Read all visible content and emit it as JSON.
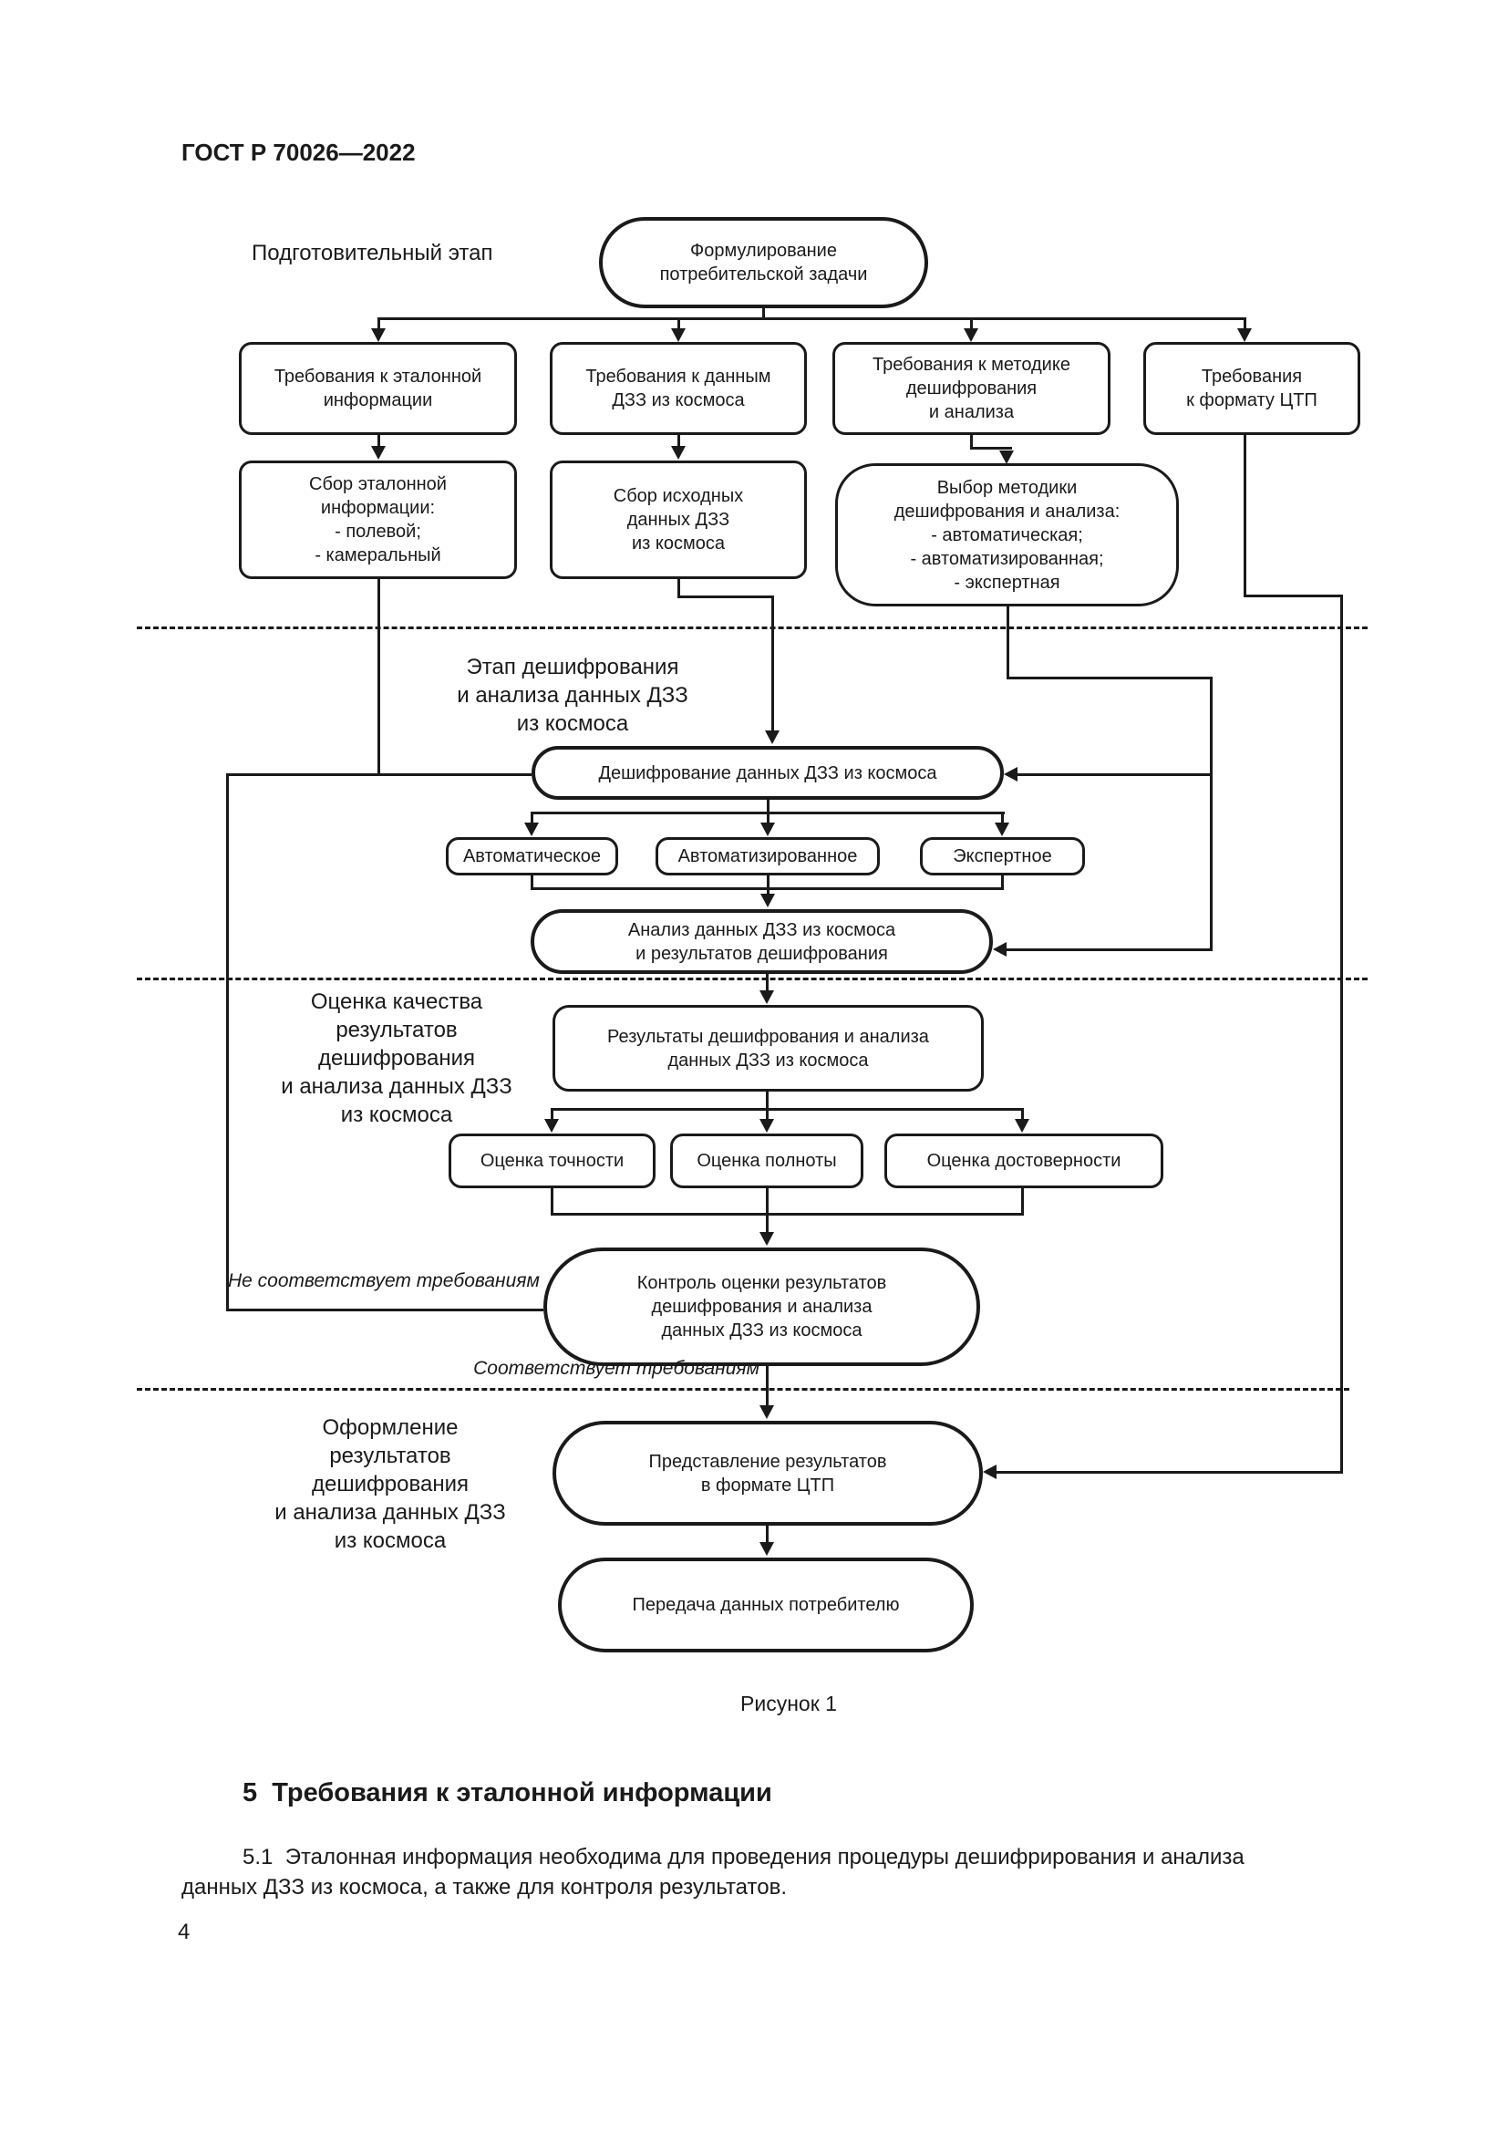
{
  "colors": {
    "ink": "#1a1a1a",
    "paper": "#ffffff"
  },
  "page": {
    "header": "ГОСТ Р 70026—2022",
    "figure_caption": "Рисунок 1",
    "page_number": "4"
  },
  "section5": {
    "heading": "5  Требования к эталонной информации",
    "para_line1": "5.1  Эталонная информация необходима для проведения процедуры дешифрирования и анализа",
    "para_line2": "данных ДЗЗ из космоса, а также для контроля результатов."
  },
  "flowchart": {
    "stage_labels": {
      "preparation": "Подготовительный этап",
      "decoding": "Этап дешифрования\nи анализа данных ДЗЗ\nиз космоса",
      "quality": "Оценка качества\nрезультатов\nдешифрования\nи анализа данных ДЗЗ\nиз космоса",
      "formatting": "Оформление\nрезультатов\nдешифрования\nи анализа данных ДЗЗ\nиз космоса"
    },
    "decisions": {
      "fail": "Не соответствует требованиям",
      "pass": "Соответствует требованиям"
    },
    "nodes": {
      "formulate": "Формулирование\nпотребительской задачи",
      "req_reference": "Требования к эталонной\nинформации",
      "req_data": "Требования к данным\nДЗЗ из космоса",
      "req_method": "Требования к методике\nдешифрования\nи анализа",
      "req_format": "Требования\nк формату ЦТП",
      "collect_reference": "Сбор эталонной\nинформации:\n- полевой;\n- камеральный",
      "collect_data": "Сбор исходных\nданных ДЗЗ\nиз космоса",
      "choose_method": "Выбор методики\nдешифрования и анализа:\n- автоматическая;\n- автоматизированная;\n- экспертная",
      "decode": "Дешифрование данных ДЗЗ из космоса",
      "auto": "Автоматическое",
      "automated": "Автоматизированное",
      "expert": "Экспертное",
      "analyze": "Анализ данных ДЗЗ из космоса\nи результатов дешифрования",
      "results": "Результаты дешифрования и анализа\nданных ДЗЗ из космоса",
      "score_accuracy": "Оценка точности",
      "score_completeness": "Оценка полноты",
      "score_reliability": "Оценка достоверности",
      "control": "Контроль оценки результатов\nдешифрования и анализа\nданных ДЗЗ из космоса",
      "present": "Представление результатов\nв формате ЦТП",
      "transfer": "Передача данных потребителю"
    }
  }
}
